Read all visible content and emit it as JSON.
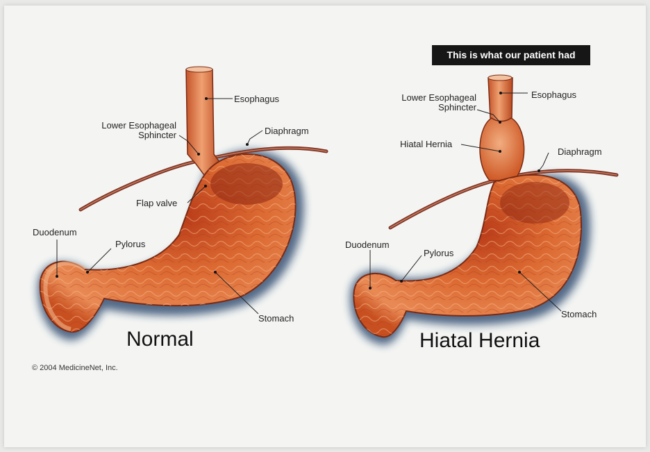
{
  "banner": {
    "text": "This is what our patient had"
  },
  "normal": {
    "title": "Normal",
    "labels": {
      "esophagus": "Esophagus",
      "les": "Lower Esophageal\nSphincter",
      "diaphragm": "Diaphragm",
      "flap_valve": "Flap valve",
      "duodenum": "Duodenum",
      "pylorus": "Pylorus",
      "stomach": "Stomach"
    }
  },
  "hernia": {
    "title": "Hiatal Hernia",
    "labels": {
      "les": "Lower Esophageal\nSphincter",
      "esophagus": "Esophagus",
      "hiatal_hernia": "Hiatal Hernia",
      "diaphragm": "Diaphragm",
      "duodenum": "Duodenum",
      "pylorus": "Pylorus",
      "stomach": "Stomach"
    }
  },
  "copyright": "© 2004 MedicineNet, Inc.",
  "colors": {
    "stomach_fill": "#d9642e",
    "stomach_dark": "#8e2612",
    "stomach_light": "#f0a070",
    "shadow": "#1f3a64",
    "diaphragm": "#8a3d2a",
    "banner_bg": "#161616"
  }
}
